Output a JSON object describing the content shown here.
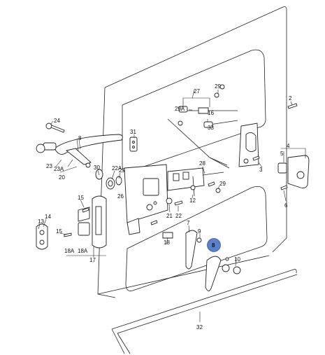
{
  "highlight_color": "#5b7fc9",
  "callouts": {
    "c2": "2",
    "c3": "3",
    "c4": "4",
    "c5": "5",
    "c6": "6",
    "c7": "7",
    "c8": "8",
    "c8b": "8",
    "c9": "9",
    "c10": "10",
    "c12": "12",
    "c13": "13",
    "c14": "14",
    "c15a": "15",
    "c15b": "15",
    "c16": "16",
    "c17": "17",
    "c18": "18",
    "c18a1": "18A",
    "c18a2": "18A",
    "c20": "20",
    "c21": "21",
    "c22": "22",
    "c22a": "22A",
    "c23": "23",
    "c23a": "23A",
    "c24": "24",
    "c25": "25",
    "c26": "26",
    "c27": "27",
    "c28": "28",
    "c29a": "29",
    "c29b": "29",
    "c29A": "29A",
    "c30": "30",
    "c31": "31",
    "c32": "32",
    "c33": "33"
  }
}
